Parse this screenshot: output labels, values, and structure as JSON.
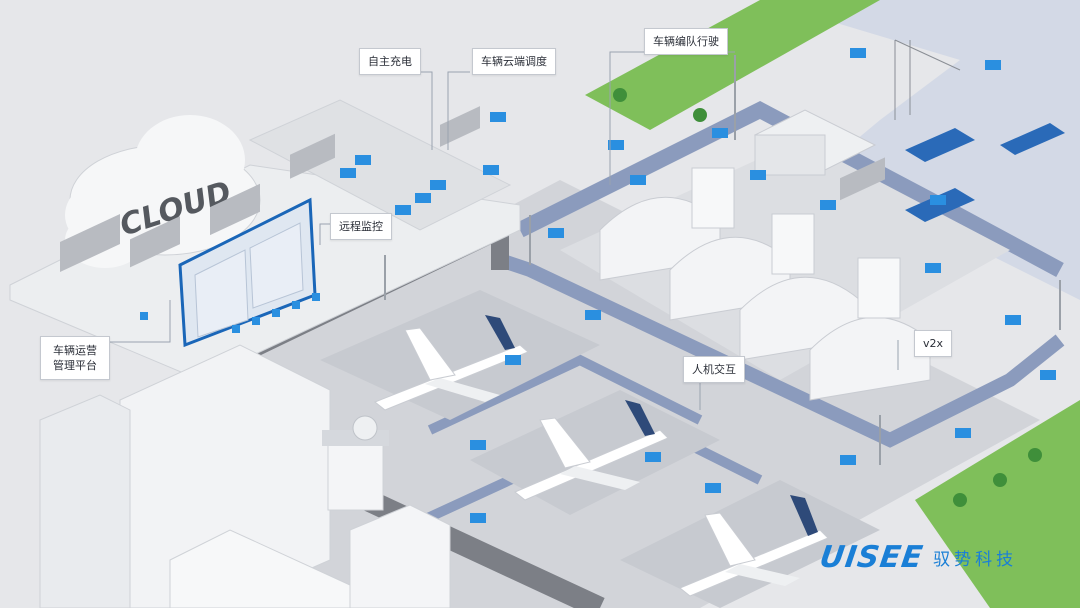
{
  "cloud_label": "CLOUD",
  "labels": {
    "auto_charging": "自主充电",
    "cloud_dispatch": "车辆云端调度",
    "platooning": "车辆编队行驶",
    "remote_monitoring": "远程监控",
    "fleet_platform": "车辆运营管理平台",
    "hmi": "人机交互",
    "v2x": "v2x"
  },
  "brand": {
    "logo": "UISEE",
    "name_cn": "驭势科技"
  },
  "colors": {
    "vehicle_blue": "#2a8fe0",
    "road": "#8b9bbd",
    "water": "#cfd6e4",
    "grass": "#7fbf5a",
    "brand": "#1a7fd6"
  }
}
